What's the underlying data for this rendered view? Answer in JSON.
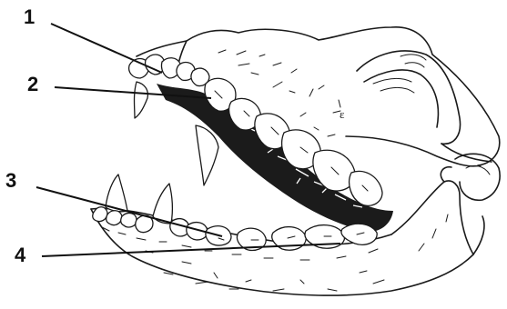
{
  "labels": [
    {
      "id": "1",
      "text": "1"
    },
    {
      "id": "2",
      "text": "2"
    },
    {
      "id": "3",
      "text": "3"
    },
    {
      "id": "4",
      "text": "4"
    }
  ]
}
